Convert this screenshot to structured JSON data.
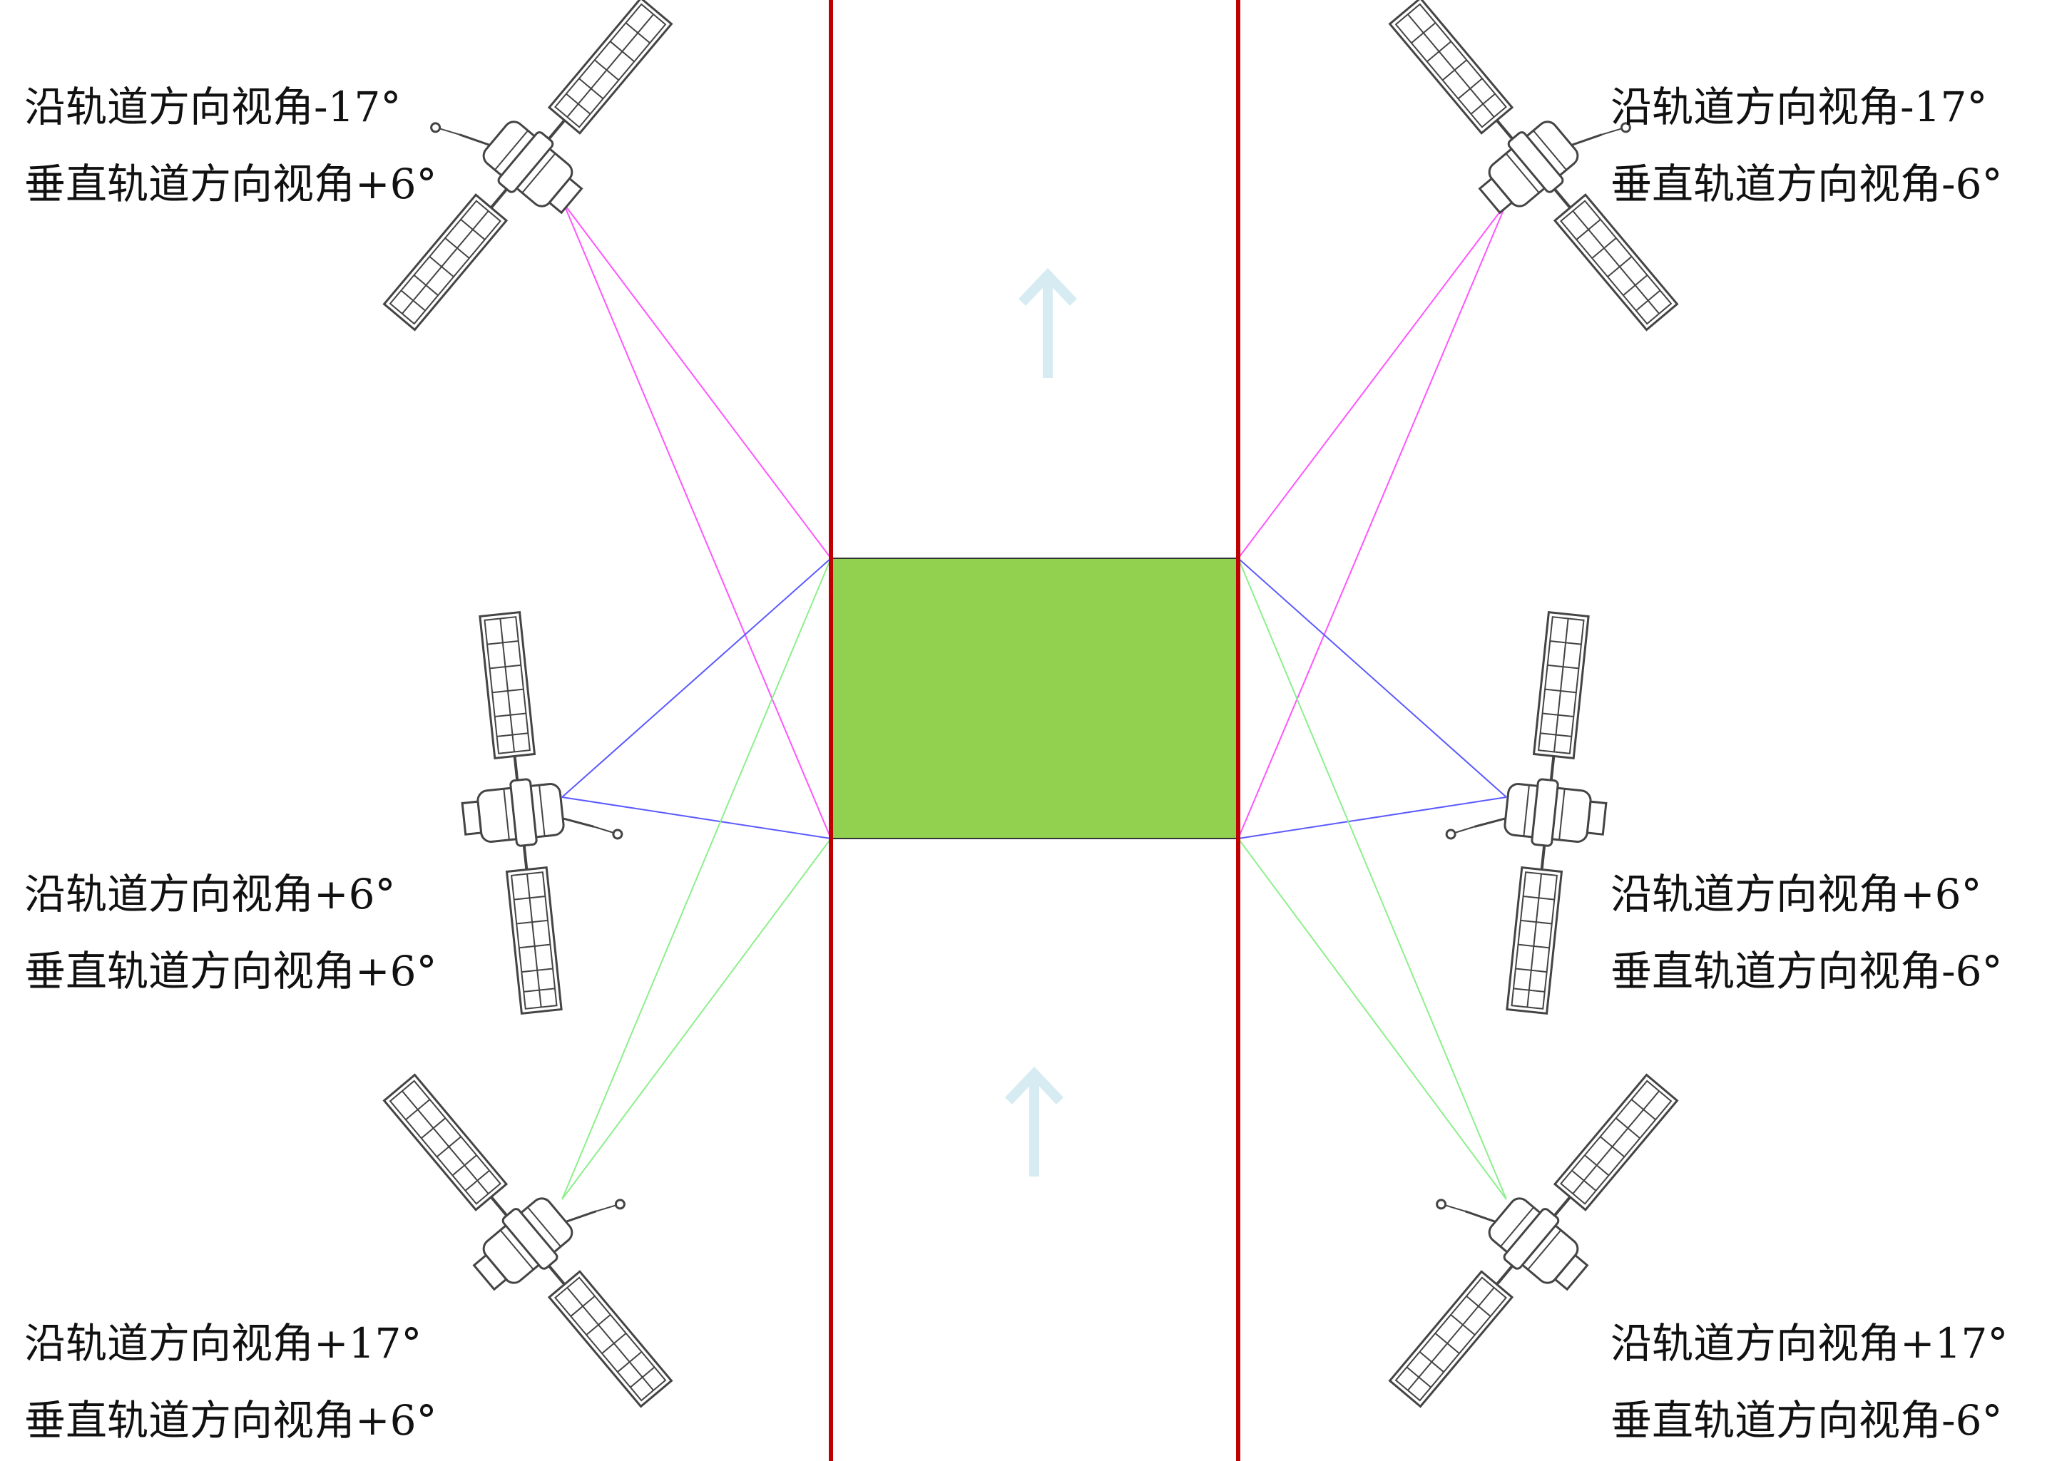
{
  "colors": {
    "track_line": "#c00000",
    "target_fill": "#92d050",
    "target_stroke": "#333333",
    "arrow": "#d6ecf2",
    "ray_magenta": "#ff55ff",
    "ray_blue": "#5a5aff",
    "ray_green": "#8cf08c",
    "satellite_stroke": "#444444"
  },
  "satellites": [
    {
      "id": "top-left",
      "along_track_label": "沿轨道方向视角-17°",
      "cross_track_label": "垂直轨道方向视角+6°",
      "ray_color": "magenta"
    },
    {
      "id": "top-right",
      "along_track_label": "沿轨道方向视角-17°",
      "cross_track_label": "垂直轨道方向视角-6°",
      "ray_color": "magenta"
    },
    {
      "id": "mid-left",
      "along_track_label": "沿轨道方向视角+6°",
      "cross_track_label": "垂直轨道方向视角+6°",
      "ray_color": "blue"
    },
    {
      "id": "mid-right",
      "along_track_label": "沿轨道方向视角+6°",
      "cross_track_label": "垂直轨道方向视角-6°",
      "ray_color": "blue"
    },
    {
      "id": "bot-left",
      "along_track_label": "沿轨道方向视角+17°",
      "cross_track_label": "垂直轨道方向视角+6°",
      "ray_color": "green"
    },
    {
      "id": "bot-right",
      "along_track_label": "沿轨道方向视角+17°",
      "cross_track_label": "垂直轨道方向视角-6°",
      "ray_color": "green"
    }
  ],
  "icons": {
    "satellite": "satellite-icon",
    "flight_direction": "up-arrow-icon"
  }
}
